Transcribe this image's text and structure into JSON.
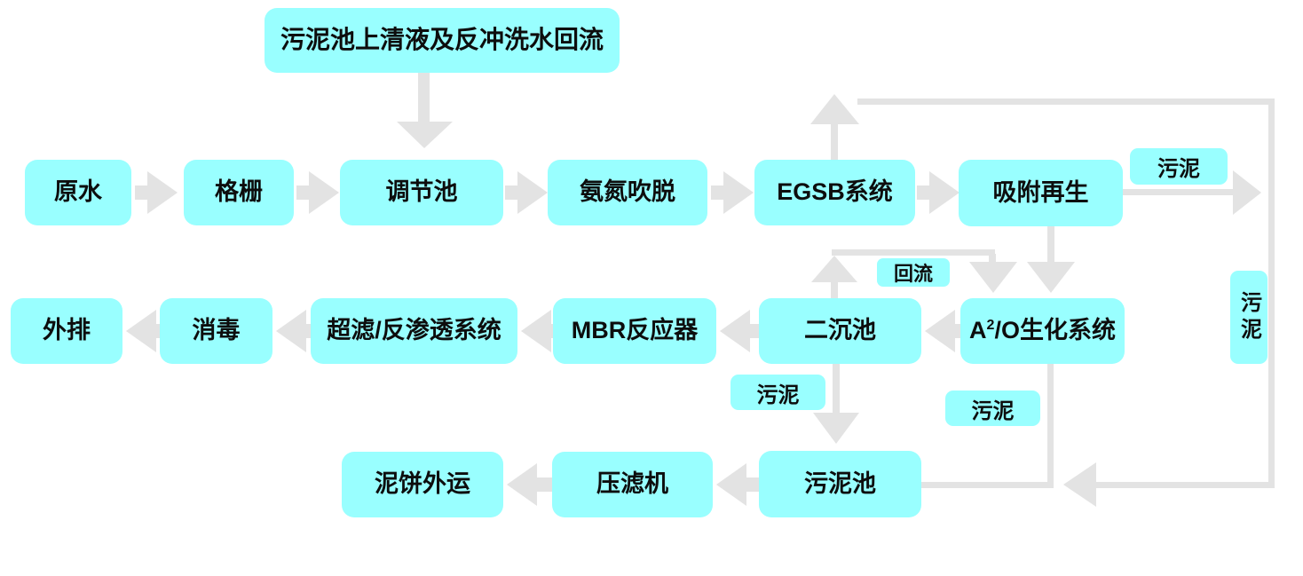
{
  "diagram": {
    "type": "wastewater-treatment-process-flow",
    "colors": {
      "node_fill": "#99FFFF",
      "connector": "#E3E3E3",
      "text": "#0D0D0D",
      "background": "#FFFFFF"
    },
    "nodes": {
      "supernatant_return": "污泥池上清液及反冲洗水回流",
      "raw_water": "原水",
      "bar_screen": "格栅",
      "regulating_tank": "调节池",
      "ammonia_stripping": "氨氮吹脱",
      "egsb_system": "EGSB系统",
      "adsorption_regeneration": "吸附再生",
      "discharge": "外排",
      "disinfection": "消毒",
      "uf_ro_system": "超滤/反渗透系统",
      "mbr_reactor": "MBR反应器",
      "secondary_clarifier": "二沉池",
      "a2o_prefix": "A",
      "a2o_sup": "2",
      "a2o_suffix": "/O生化系统",
      "cake_transport": "泥饼外运",
      "filter_press": "压滤机",
      "sludge_tank": "污泥池"
    },
    "flow_labels": {
      "sludge_top_right": "污泥",
      "reflux": "回流",
      "sludge_clarifier": "污泥",
      "sludge_a2o": "污泥",
      "sludge_vertical": "污泥"
    }
  }
}
